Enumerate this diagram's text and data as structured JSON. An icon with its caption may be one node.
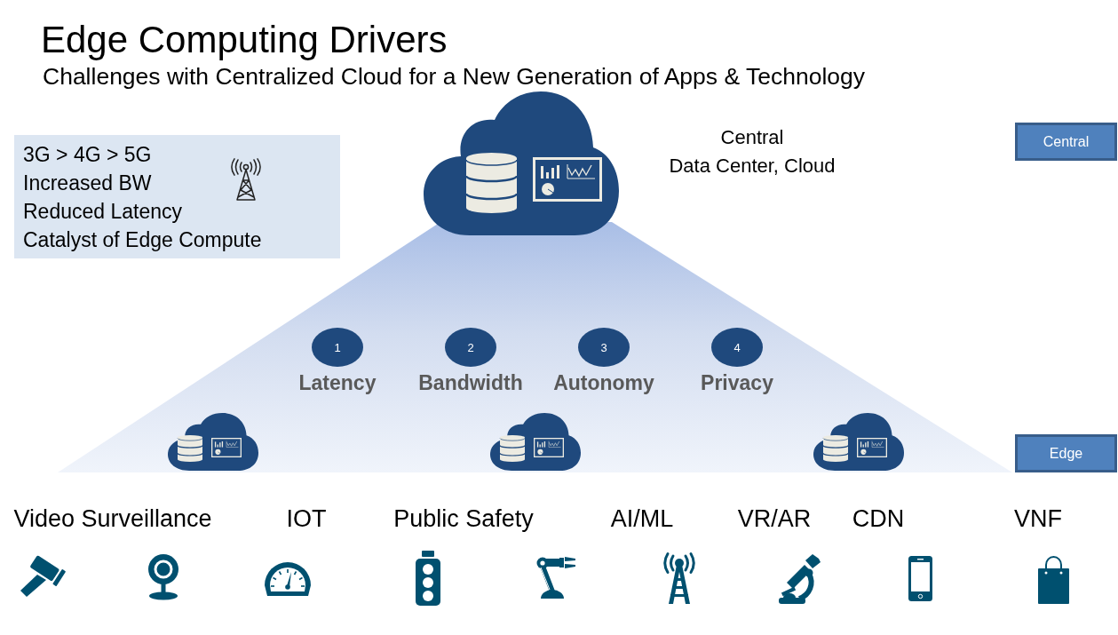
{
  "diagram": {
    "title": "Edge Computing Drivers",
    "nodes": [
      {
        "text": [
          "3G > 4G > 5G",
          "Increased BW",
          "Reduced Latency",
          "Catalyst of Edge Compute"
        ]
      },
      {
        "text": [],
        "shape": "cloud",
        "beside": [
          "Central",
          "Data Center, Cloud"
        ]
      },
      {
        "text": [
          "Central"
        ]
      },
      {
        "text": [],
        "shape": "triangle"
      },
      {
        "text": [
          "1"
        ],
        "in": 3,
        "beside": [
          "Latency"
        ]
      },
      {
        "text": [
          "2"
        ],
        "in": 3,
        "beside": [
          "Bandwidth"
        ]
      },
      {
        "text": [
          "3"
        ],
        "in": 3,
        "beside": [
          "Autonomy"
        ]
      },
      {
        "text": [
          "4"
        ],
        "in": 3,
        "beside": [
          "Privacy"
        ]
      },
      {
        "text": [],
        "shape": "cloud",
        "in": 3
      },
      {
        "text": [],
        "shape": "cloud",
        "in": 3
      },
      {
        "text": [],
        "shape": "cloud",
        "in": 3
      },
      {
        "text": [
          "Edge"
        ]
      }
    ],
    "labels": [
      "Challenges with Centralized Cloud for a New Generation of Apps & Technology",
      "Video Surveillance",
      "IOT",
      "Public Safety",
      "AI/ML",
      "VR/AR",
      "CDN",
      "VNF"
    ]
  }
}
